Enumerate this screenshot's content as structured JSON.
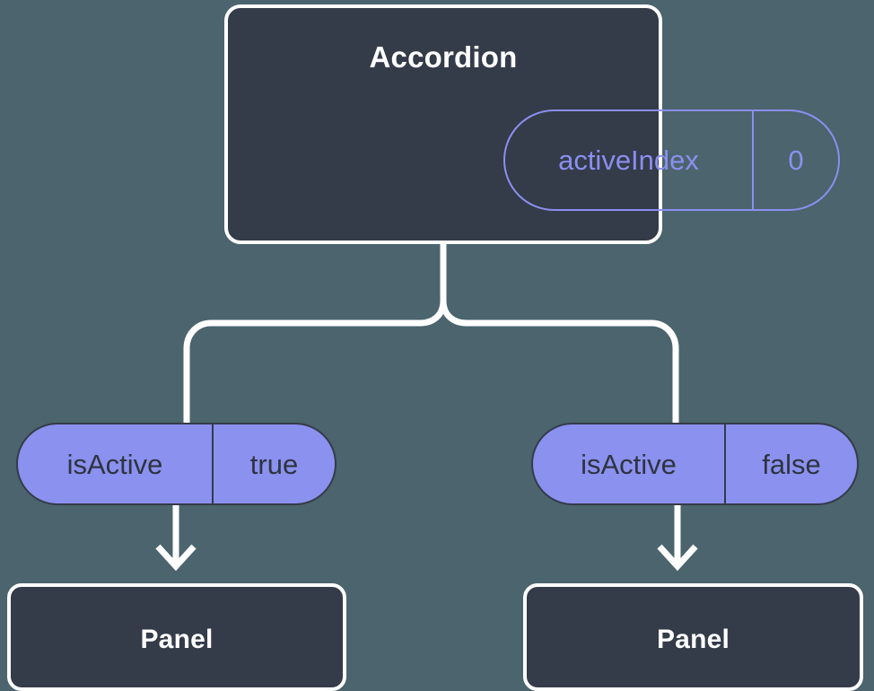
{
  "diagram": {
    "type": "component-state-tree",
    "background_color": "#4b646d",
    "card_color": "#343b49",
    "card_border_color": "#ffffff",
    "accent_color": "#8b91ee",
    "connector_color": "#ffffff"
  },
  "root": {
    "title": "Accordion",
    "prop": {
      "key": "activeIndex",
      "value": "0"
    }
  },
  "branches": [
    {
      "prop": {
        "key": "isActive",
        "value": "true"
      },
      "target": {
        "title": "Panel"
      }
    },
    {
      "prop": {
        "key": "isActive",
        "value": "false"
      },
      "target": {
        "title": "Panel"
      }
    }
  ]
}
